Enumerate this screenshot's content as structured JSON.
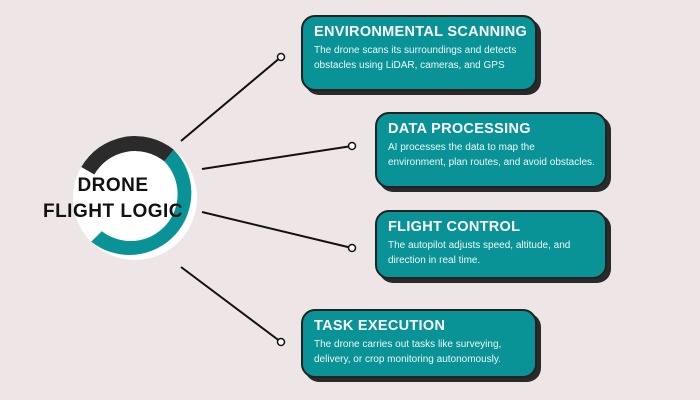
{
  "hub": {
    "line1": "DRONE",
    "line2": "FLIGHT LOGIC"
  },
  "steps": [
    {
      "title": "ENVIRONMENTAL SCANNING",
      "description": "The drone scans its surroundings and detects obstacles using LiDAR, cameras, and GPS"
    },
    {
      "title": "DATA PROCESSING",
      "description": "AI processes the data to map the environment, plan routes, and avoid obstacles."
    },
    {
      "title": "FLIGHT CONTROL",
      "description": "The autopilot adjusts speed, altitude, and direction in real time."
    },
    {
      "title": "TASK EXECUTION",
      "description": "The drone carries out tasks like surveying, delivery, or crop monitoring autonomously."
    }
  ],
  "colors": {
    "background": "#eee6e6",
    "card_fill": "#0a9396",
    "ring_teal": "#0a9396",
    "ring_dark": "#2b2b2b",
    "connector": "#111111"
  }
}
